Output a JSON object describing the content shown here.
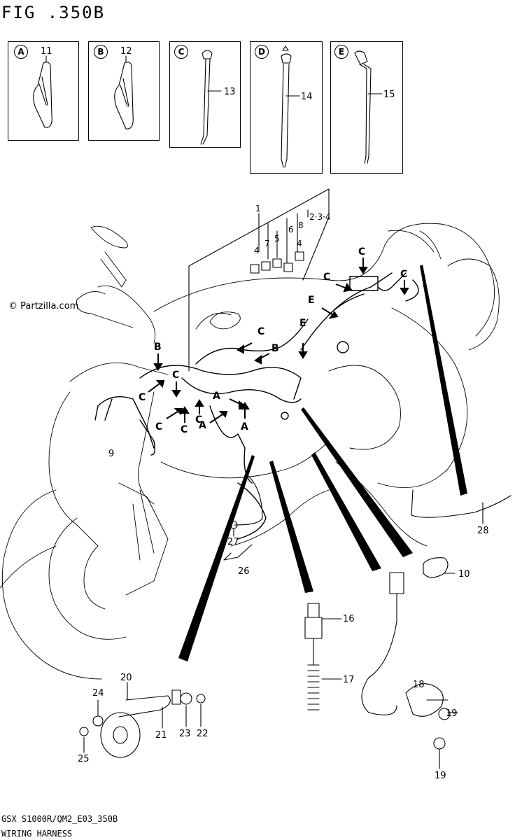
{
  "header": {
    "figure_title": "FIG .350B"
  },
  "watermark": "© Partzilla.com",
  "legend_boxes": [
    {
      "letter": "A",
      "part": "11"
    },
    {
      "letter": "B",
      "part": "12"
    },
    {
      "letter": "C",
      "part": "13"
    },
    {
      "letter": "D",
      "part": "14"
    },
    {
      "letter": "E",
      "part": "15"
    }
  ],
  "relay_labels": [
    "1",
    "2·3·4",
    "4",
    "7",
    "5",
    "6",
    "8",
    "4"
  ],
  "arrow_letters": [
    "C",
    "C",
    "E",
    "E",
    "C",
    "C",
    "B",
    "B",
    "C",
    "C",
    "C",
    "C",
    "C",
    "A",
    "A",
    "A"
  ],
  "part_labels": [
    "9",
    "10",
    "16",
    "17",
    "18",
    "19",
    "19",
    "20",
    "21",
    "22",
    "23",
    "24",
    "25",
    "26",
    "27",
    "28"
  ],
  "footer": {
    "code": "GSX S1000R/QM2_E03_350B",
    "caption": "WIRING HARNESS"
  }
}
